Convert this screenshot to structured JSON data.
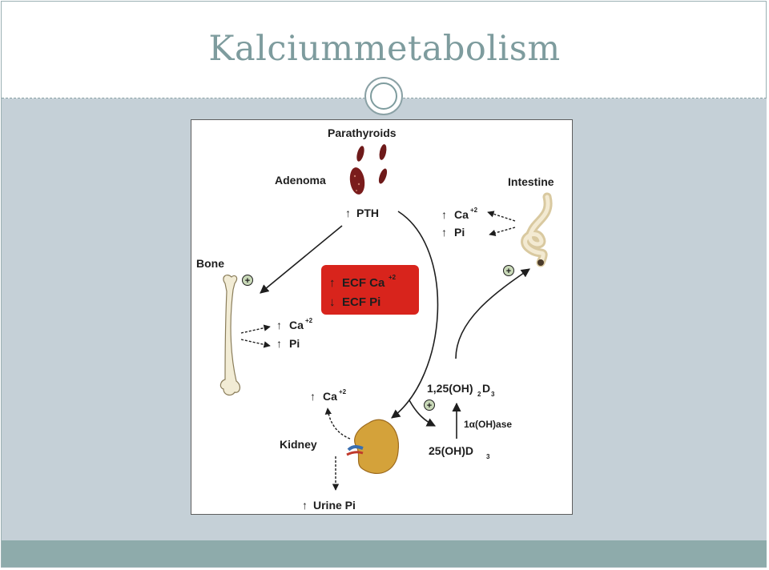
{
  "slide": {
    "title": "Kalciummetabolism"
  },
  "diagram": {
    "parathyroids": "Parathyroids",
    "adenoma": "Adenoma",
    "pth": "PTH",
    "intestine": "Intestine",
    "intestine_ca_label": "Ca",
    "intestine_ca_sup": "+2",
    "intestine_pi": "Pi",
    "bone": "Bone",
    "bone_ca_label": "Ca",
    "bone_ca_sup": "+2",
    "bone_pi": "Pi",
    "ecf_ca_label": "ECF Ca",
    "ecf_ca_sup": "+2",
    "ecf_pi": "ECF Pi",
    "vitd_active_prefix": "1,25(OH)",
    "vitd_active_sub": "2",
    "vitd_active_d": "D",
    "vitd_active_sub2": "3",
    "hydroxylase": "1α(OH)ase",
    "vitd_25_prefix": "25(OH)D",
    "vitd_25_sub": "3",
    "kidney": "Kidney",
    "kidney_ca_label": "Ca",
    "kidney_ca_sup": "+2",
    "urine_pi": "Urine Pi",
    "plus_sign": "+",
    "up_arrow": "↑",
    "down_arrow": "↓"
  },
  "colors": {
    "accent": "#7e9c9e",
    "body_bg": "#c5d0d7",
    "footer": "#8eabab",
    "ecf_box": "#d8241c"
  }
}
